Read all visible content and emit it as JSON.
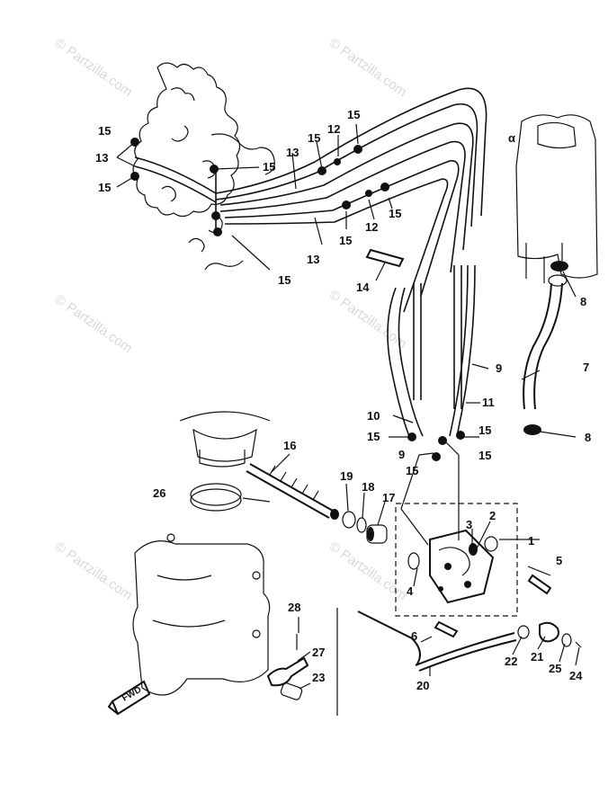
{
  "watermark": "© Partzilla.com",
  "fwd_label": "FWD",
  "letter_a": "α",
  "labels": {
    "l1": "1",
    "l2": "2",
    "l3": "3",
    "l4": "4",
    "l5": "5",
    "l6": "6",
    "l7": "7",
    "l8a": "8",
    "l8b": "8",
    "l9a": "9",
    "l9b": "9",
    "l10": "10",
    "l11": "11",
    "l12a": "12",
    "l12b": "12",
    "l13a": "13",
    "l13b": "13",
    "l13c": "13",
    "l14": "14",
    "l15a": "15",
    "l15b": "15",
    "l15c": "15",
    "l15d": "15",
    "l15e": "15",
    "l15f": "15",
    "l15g": "15",
    "l15h": "15",
    "l15i": "15",
    "l15j": "15",
    "l15k": "15",
    "l15l": "15",
    "l16": "16",
    "l17": "17",
    "l18": "18",
    "l19": "19",
    "l20": "20",
    "l21": "21",
    "l22": "22",
    "l23": "23",
    "l24": "24",
    "l25": "25",
    "l26": "26",
    "l27": "27",
    "l28": "28"
  }
}
